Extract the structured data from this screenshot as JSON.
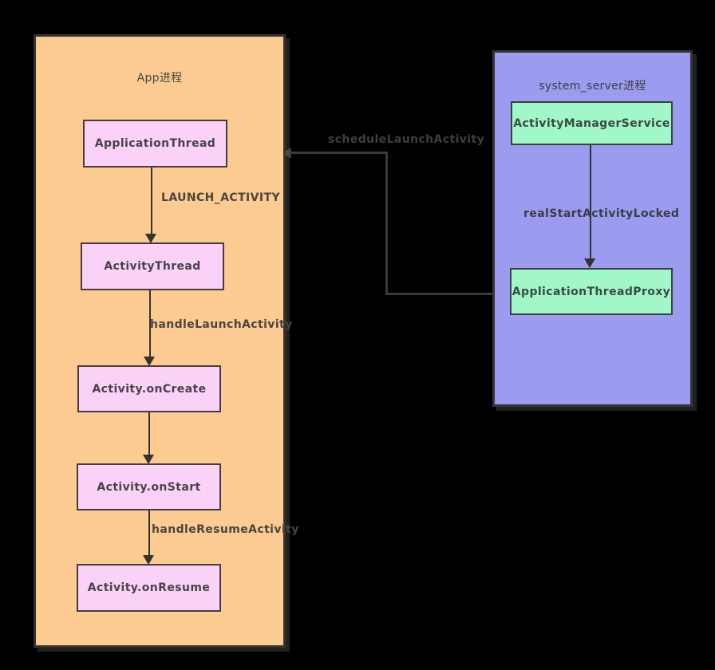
{
  "app": {
    "title": "App进程",
    "nodes": [
      "ApplicationThread",
      "ActivityThread",
      "Activity.onCreate",
      "Activity.onStart",
      "Activity.onResume"
    ],
    "edges": [
      "LAUNCH_ACTIVITY",
      "handleLaunchActivity",
      "handleResumeActivity"
    ]
  },
  "system_server": {
    "title": "system_server进程",
    "nodes": [
      "ActivityManagerService",
      "ApplicationThreadProxy"
    ],
    "edges": [
      "realStartActivityLocked"
    ]
  },
  "cross_edge": {
    "label": "scheduleLaunchActivity"
  },
  "colors": {
    "background": "#000000",
    "app_process_fill": "#FBCB92",
    "app_node_fill": "#FAD2F8",
    "server_process_fill": "#9B9BEF",
    "server_node_fill": "#A1F7C8",
    "border": "#38332C",
    "connector": "#3A3A3A",
    "text": "#474747"
  }
}
